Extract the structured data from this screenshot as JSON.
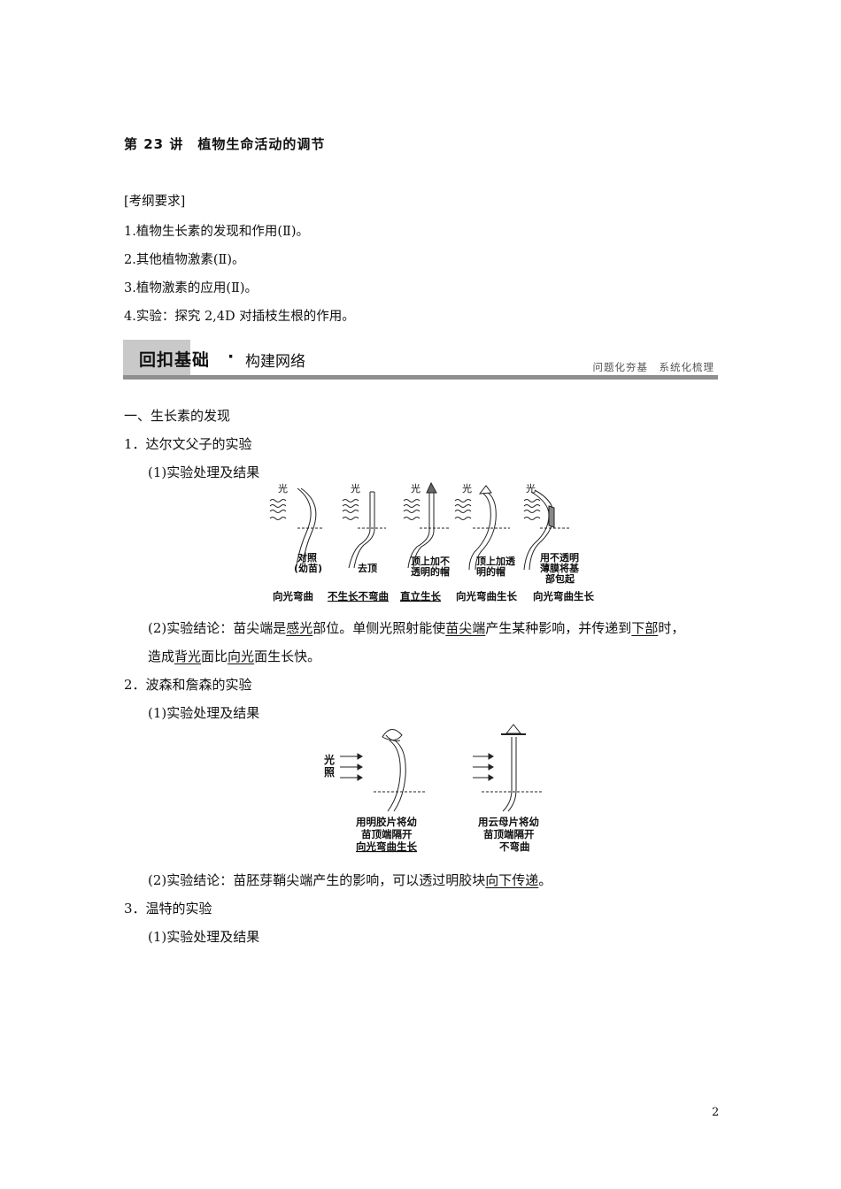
{
  "lecture": {
    "title": "第 23 讲　植物生命活动的调节"
  },
  "requirements": {
    "heading": "[考纲要求]",
    "items": [
      "1.植物生长素的发现和作用(Ⅱ)。",
      "2.其他植物激素(Ⅱ)。",
      "3.植物激素的应用(Ⅱ)。",
      "4.实验：探究 2,4D 对插枝生根的作用。"
    ]
  },
  "banner": {
    "title": "回扣基础",
    "separator": "·",
    "subtitle": "构建网络",
    "tag": "问题化夯基　系统化梳理"
  },
  "section1": {
    "heading": "一、生长素的发现"
  },
  "darwin": {
    "heading": "1．达尔文父子的实验",
    "sub1": "(1)实验处理及结果",
    "figure": {
      "light_label": "光",
      "panels": [
        {
          "desc_lines": [
            "对照",
            "(幼苗)"
          ],
          "result": "向光弯曲"
        },
        {
          "desc_lines": [
            "去顶"
          ],
          "result": "不生长不弯曲"
        },
        {
          "desc_lines": [
            "顶上加不",
            "透明的帽"
          ],
          "result": "直立生长"
        },
        {
          "desc_lines": [
            "顶上加透",
            "明的帽"
          ],
          "result": "向光弯曲生长"
        },
        {
          "desc_lines": [
            "用不透明",
            "薄膜将基",
            "部包起"
          ],
          "result": "向光弯曲生长"
        }
      ]
    },
    "conclusion": {
      "p1": "(2)实验结论：苗尖端是",
      "b1": "感光",
      "p2": "部位。单侧光照射能使",
      "b2": "苗尖端",
      "p3": "产生某种影响，并传递到",
      "b3": "下部",
      "p4": "时，",
      "p5": "造成",
      "b4": "背光",
      "p6": "面比",
      "b5": "向光",
      "p7": "面生长快。"
    }
  },
  "boysen": {
    "heading": "2．波森和詹森的实验",
    "sub1": "(1)实验处理及结果",
    "figure": {
      "light_label": [
        "光",
        "照"
      ],
      "panels": [
        {
          "desc_lines": [
            "用明胶片将幼",
            "苗顶端隔开"
          ],
          "result": "向光弯曲生长"
        },
        {
          "desc_lines": [
            "用云母片将幼",
            "苗顶端隔开"
          ],
          "result": "不弯曲"
        }
      ]
    },
    "conclusion": {
      "p1": "(2)实验结论：苗胚芽鞘尖端产生的影响，可以透过明胶块",
      "b1": "向下传递",
      "p2": "。"
    }
  },
  "went": {
    "heading": "3．温特的实验",
    "sub1": "(1)实验处理及结果"
  },
  "page_number": "2"
}
